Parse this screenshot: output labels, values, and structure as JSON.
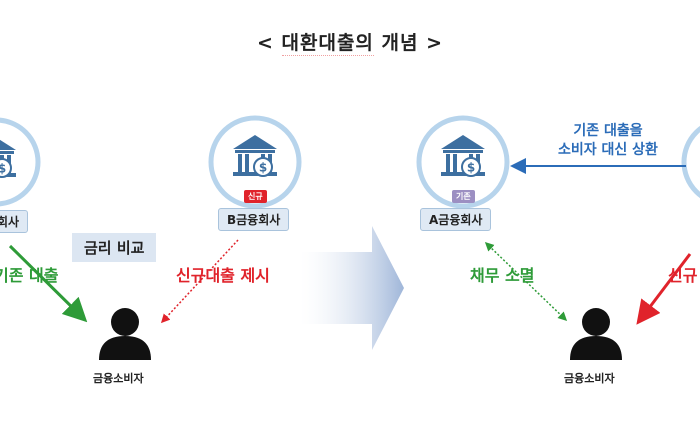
{
  "title": "< 대환대출의 개념 >",
  "title_parts": {
    "open": "< ",
    "main": "대환대출의",
    "rest": " 개념",
    "close": " >"
  },
  "left_panel": {
    "existing_company_label": "회사",
    "new_company": {
      "tag": "신규",
      "label": "B금융회사"
    },
    "rate_compare": "금리 비교",
    "existing_loan": "기존 대출",
    "new_loan_offer": "신규대출 제시",
    "consumer": "금융소비자"
  },
  "right_panel": {
    "existing_company": {
      "tag": "기존",
      "label": "A금융회사"
    },
    "repay_note_line1": "기존 대출을",
    "repay_note_line2": "소비자 대신 상환",
    "debt_extinguished": "채무 소멸",
    "new_partial": "신규",
    "consumer": "금융소비자"
  },
  "colors": {
    "circle_ring": "#b7d4ec",
    "bank_icon": "#3d6fa0",
    "green": "#2e9b38",
    "red": "#e0232b",
    "blue": "#2b6cb8",
    "new_tag": "#e0232b",
    "existing_tag": "#9c8fc2"
  },
  "icons": [
    "bank-icon",
    "person-icon",
    "arrow-right-icon"
  ]
}
